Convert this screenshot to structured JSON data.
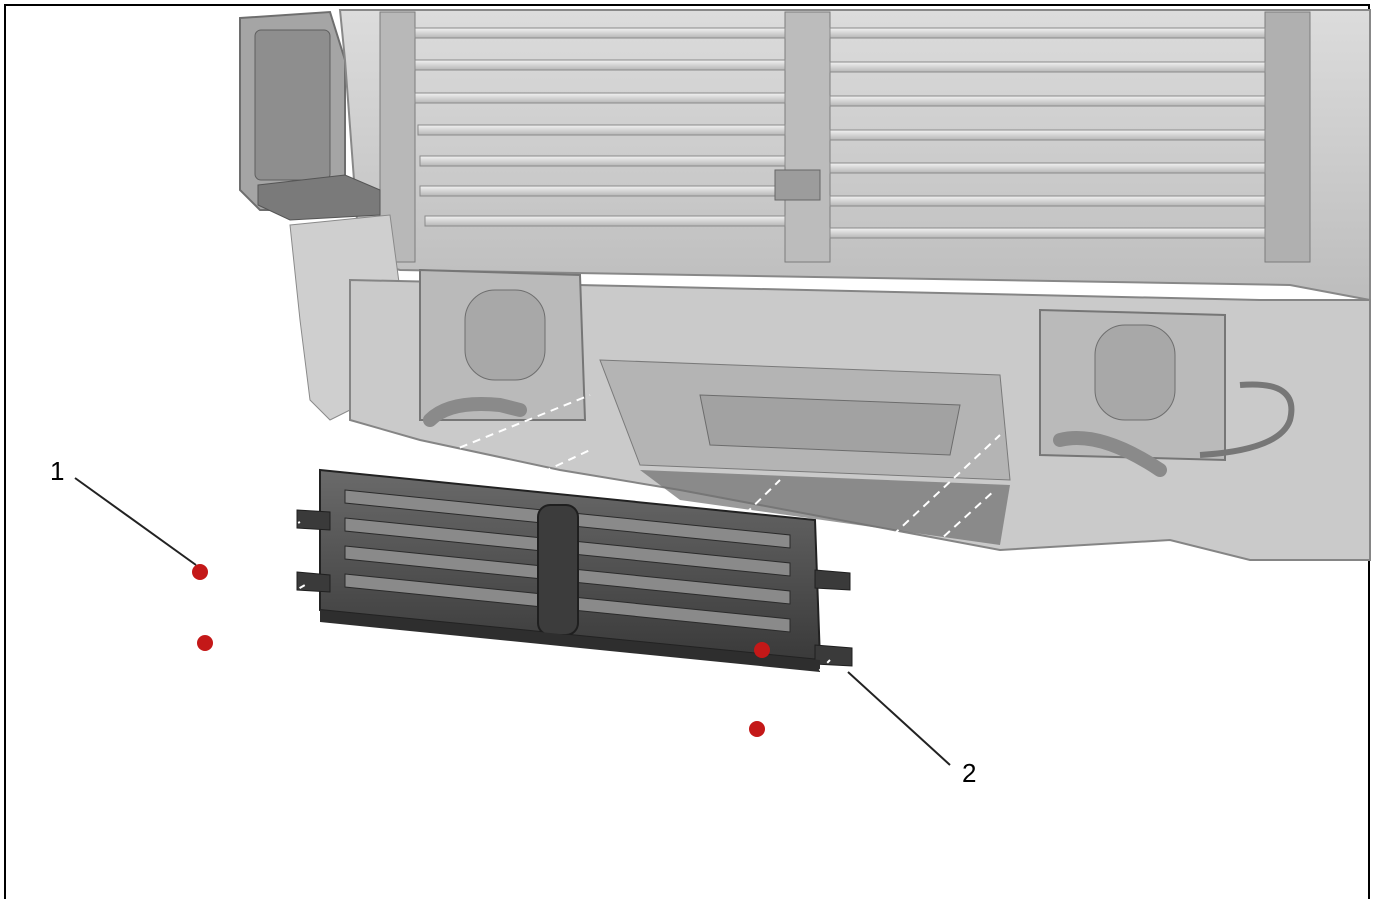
{
  "diagram": {
    "subject": "radiator-and-lower-grille-shutter-assembly",
    "callouts": [
      {
        "id": "1",
        "label": "1",
        "target": "fastener"
      },
      {
        "id": "2",
        "label": "2",
        "target": "shutter-assembly"
      }
    ],
    "colors": {
      "frame": "#000000",
      "body_light": "#d4d4d4",
      "body_mid": "#a9a9a9",
      "body_dark": "#777777",
      "shutter": "#4a4a4a",
      "shutter_dark": "#2f2f2f",
      "fastener": "#c41818",
      "leader": "#222222",
      "dashed": "#ffffff"
    }
  }
}
